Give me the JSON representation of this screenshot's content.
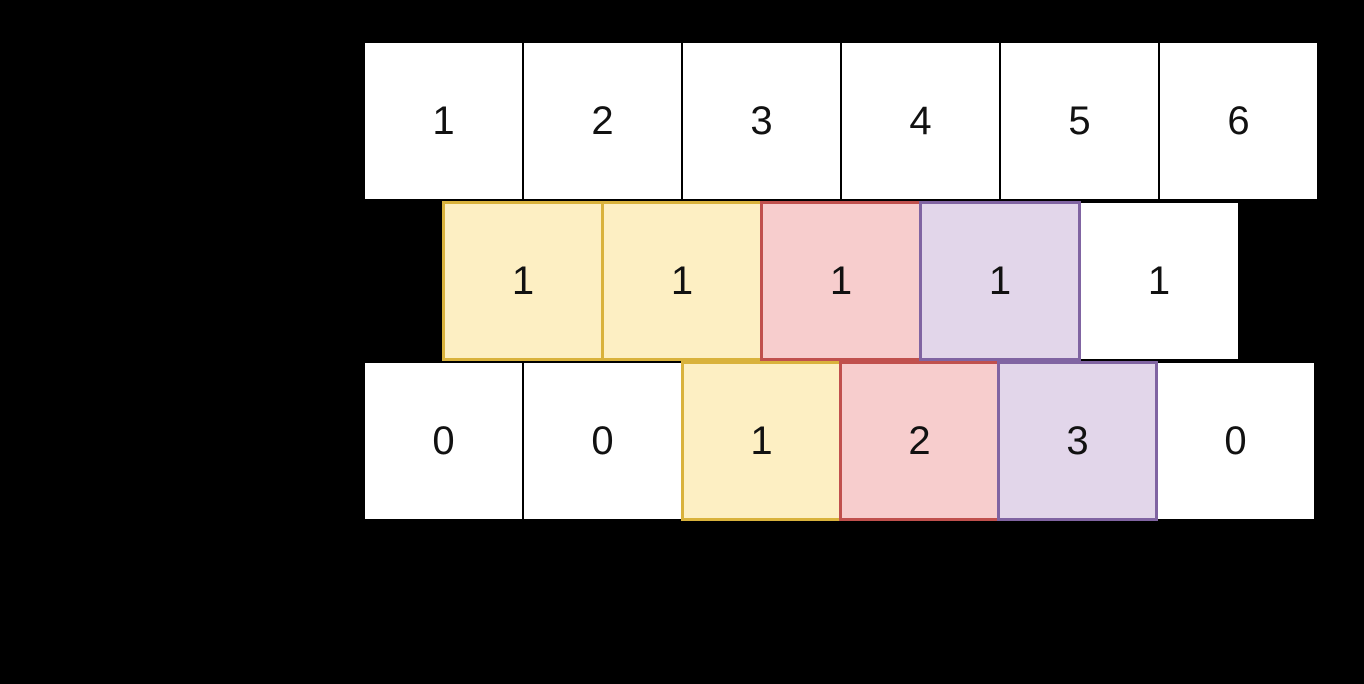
{
  "background_color": "#000000",
  "palette": {
    "white_fill": "#FFFFFF",
    "black_border": "#000000",
    "yellow_fill": "#FDEFC3",
    "yellow_border": "#D9B23C",
    "pink_fill": "#F7CDCD",
    "pink_border": "#C0504D",
    "purple_fill": "#E2D6EA",
    "purple_border": "#8064A2"
  },
  "rows": {
    "top": {
      "name": "index-row",
      "cells": [
        {
          "value": "1",
          "style": "plain"
        },
        {
          "value": "2",
          "style": "plain"
        },
        {
          "value": "3",
          "style": "plain"
        },
        {
          "value": "4",
          "style": "plain"
        },
        {
          "value": "5",
          "style": "plain"
        },
        {
          "value": "6",
          "style": "plain"
        }
      ]
    },
    "middle": {
      "name": "ones-row",
      "cells": [
        {
          "value": "1",
          "style": "yellow"
        },
        {
          "value": "1",
          "style": "yellow"
        },
        {
          "value": "1",
          "style": "pink"
        },
        {
          "value": "1",
          "style": "purple"
        },
        {
          "value": "1",
          "style": "plain"
        }
      ]
    },
    "bottom": {
      "name": "counts-row",
      "cells": [
        {
          "value": "0",
          "style": "plain"
        },
        {
          "value": "0",
          "style": "plain"
        },
        {
          "value": "1",
          "style": "yellow"
        },
        {
          "value": "2",
          "style": "pink"
        },
        {
          "value": "3",
          "style": "purple"
        },
        {
          "value": "0",
          "style": "plain"
        }
      ]
    }
  }
}
